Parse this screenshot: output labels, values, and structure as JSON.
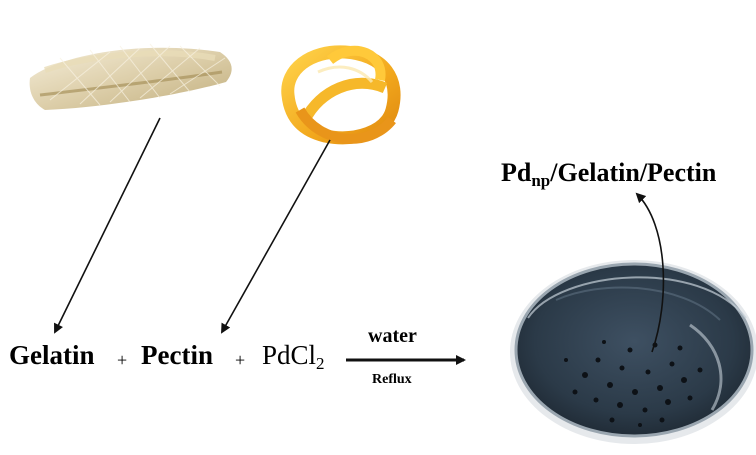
{
  "equation": {
    "reactant_1": "Gelatin",
    "plus_1": "+",
    "reactant_2": "Pectin",
    "plus_2": "+",
    "reactant_3_main": "PdCl",
    "reactant_3_sub": "2",
    "condition_solvent": "water",
    "condition_method": "Reflux"
  },
  "product": {
    "label_main": "Pd",
    "label_sub": "np",
    "label_rest": "/Gelatin/Pectin"
  },
  "colors": {
    "gelatin_sheet": "#d9c9a0",
    "orange_peel": "#f2a81d",
    "petri_medium": "#2b3a48",
    "particles": "#0d1116"
  },
  "illustrations": [
    "gelatin-sheet-image",
    "orange-peel-image",
    "petri-dish-image"
  ]
}
